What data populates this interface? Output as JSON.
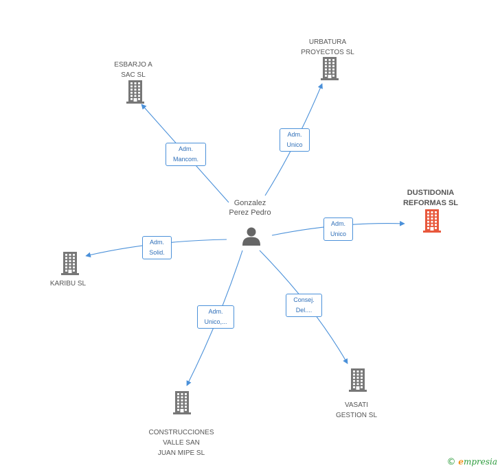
{
  "person": {
    "label": "Gonzalez\nPerez Pedro"
  },
  "companies": [
    {
      "id": "esbarjo",
      "label": "ESBARJO A\nSAC  SL",
      "color": "#777777",
      "focus": false
    },
    {
      "id": "urbatura",
      "label": "URBATURA\nPROYECTOS SL",
      "color": "#777777",
      "focus": false
    },
    {
      "id": "dustidonia",
      "label": "DUSTIDONIA\nREFORMAS SL",
      "color": "#e8583c",
      "focus": true
    },
    {
      "id": "karibu",
      "label": "KARIBU SL",
      "color": "#777777",
      "focus": false
    },
    {
      "id": "vasati",
      "label": "VASATI\nGESTION SL",
      "color": "#777777",
      "focus": false
    },
    {
      "id": "construcciones",
      "label": "CONSTRUCCIONES\nVALLE SAN\nJUAN MIPE SL",
      "color": "#777777",
      "focus": false
    }
  ],
  "edges": [
    {
      "to": "esbarjo",
      "label": "Adm.\nMancom."
    },
    {
      "to": "urbatura",
      "label": "Adm.\nUnico"
    },
    {
      "to": "dustidonia",
      "label": "Adm.\nUnico"
    },
    {
      "to": "karibu",
      "label": "Adm.\nSolid."
    },
    {
      "to": "vasati",
      "label": "Consej.\nDel...."
    },
    {
      "to": "construcciones",
      "label": "Adm.\nUnico,..."
    }
  ],
  "colors": {
    "edge": "#4a90d9",
    "person_icon": "#666666"
  },
  "footer": {
    "copyright": "©",
    "brand_initial": "e",
    "brand_rest": "mpresia"
  }
}
